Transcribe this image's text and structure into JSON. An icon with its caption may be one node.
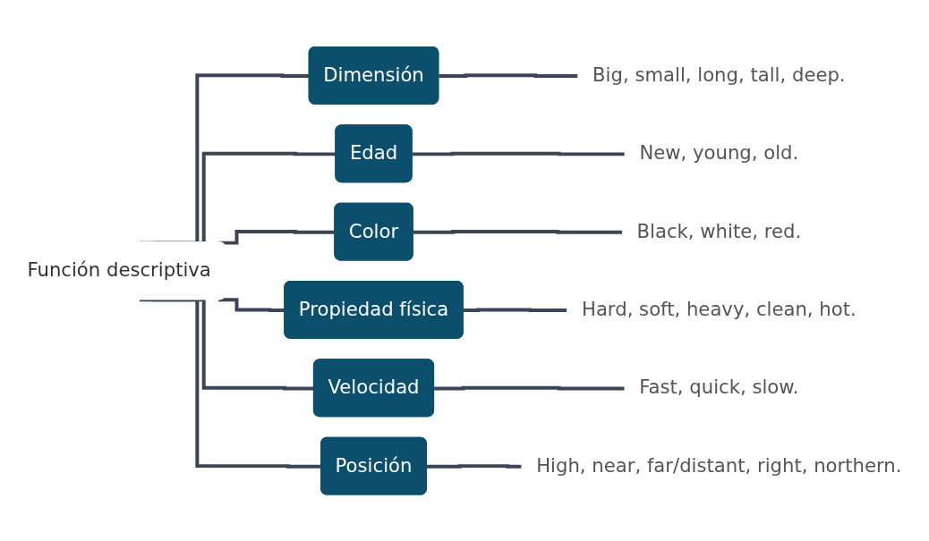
{
  "diagram": {
    "nodes": [
      {
        "text": [
          "Función descriptiva"
        ]
      },
      {
        "text": [
          "Dimensión"
        ]
      },
      {
        "text": [
          "Big, small, long, tall, deep."
        ]
      },
      {
        "text": [
          "Edad"
        ]
      },
      {
        "text": [
          "New, young, old."
        ]
      },
      {
        "text": [
          "Color"
        ]
      },
      {
        "text": [
          "Black, white, red."
        ]
      },
      {
        "text": [
          "Propiedad física"
        ]
      },
      {
        "text": [
          "Hard, soft, heavy, clean, hot."
        ]
      },
      {
        "text": [
          "Velocidad"
        ]
      },
      {
        "text": [
          "Fast, quick, slow."
        ]
      },
      {
        "text": [
          "Posición"
        ]
      },
      {
        "text": [
          "High, near, far/distant, right, northern."
        ]
      }
    ],
    "edges": [
      {
        "from": 0,
        "to": 1,
        "arrow": "none"
      },
      {
        "from": 0,
        "to": 3,
        "arrow": "none"
      },
      {
        "from": 0,
        "to": 5,
        "arrow": "none"
      },
      {
        "from": 0,
        "to": 7,
        "arrow": "none"
      },
      {
        "from": 0,
        "to": 9,
        "arrow": "none"
      },
      {
        "from": 0,
        "to": 11,
        "arrow": "none"
      },
      {
        "from": 1,
        "to": 2,
        "arrow": "none"
      },
      {
        "from": 3,
        "to": 4,
        "arrow": "none"
      },
      {
        "from": 5,
        "to": 6,
        "arrow": "none"
      },
      {
        "from": 7,
        "to": 8,
        "arrow": "none"
      },
      {
        "from": 9,
        "to": 10,
        "arrow": "none"
      },
      {
        "from": 11,
        "to": 12,
        "arrow": "none"
      }
    ]
  }
}
